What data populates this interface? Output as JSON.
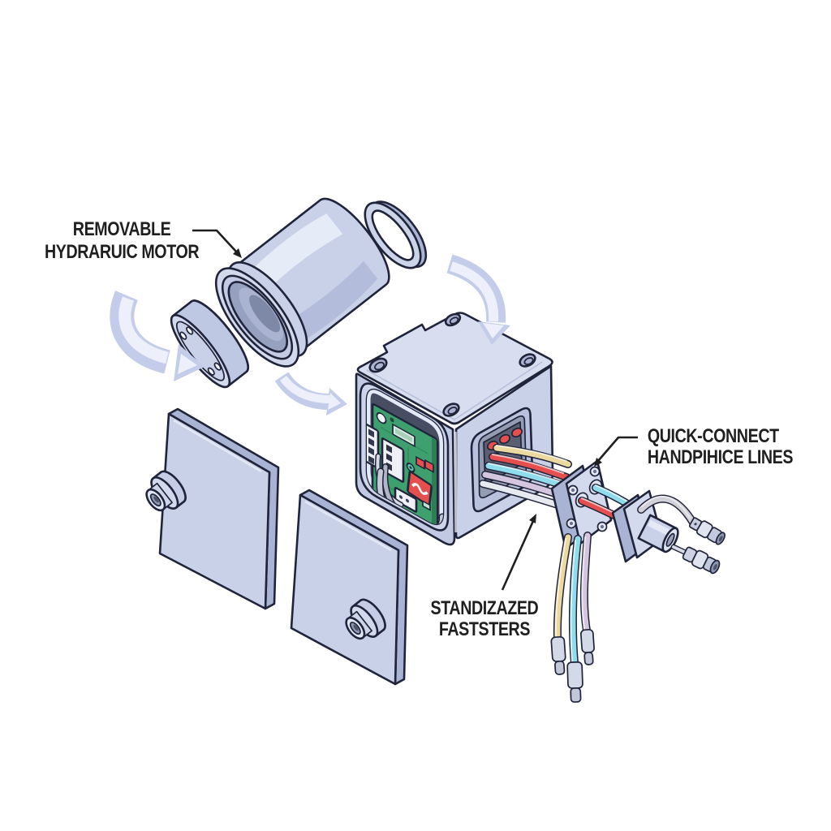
{
  "figure": {
    "type": "exploded-assembly-illustration",
    "description": "Isometric exploded diagram of a boxy control unit with removable motor cylinder, cover plates and quick-connect lines"
  },
  "labels": {
    "motor": {
      "line1": "REMOVABLE",
      "line2": "HYDRARUIC MOTOR"
    },
    "quick_connect": {
      "line1": "QUICK-CONNECT",
      "line2": "HANDPIHICE LINES"
    },
    "fasteners": {
      "line1": "STANDIZAZED",
      "line2": "FASTSTERS"
    }
  },
  "components": [
    "hydraulic-motor-cylinder",
    "motor-end-cap",
    "o-ring-seal",
    "control-unit-housing",
    "circuit-board",
    "side-socket",
    "cover-plate-left",
    "cover-plate-right",
    "plate-boss",
    "tube-bundle",
    "quick-connect-block",
    "handpiece-coupler",
    "handpiece-cable-upper",
    "handpiece-cable-lower",
    "hanging-tube-yellow",
    "hanging-tube-cyan",
    "hanging-tube-lavender",
    "assembly-arrow-left",
    "assembly-arrow-middle",
    "assembly-arrow-top"
  ],
  "colors": {
    "bg": "#ffffff",
    "outline": "#20243a",
    "text": "#1f1f1f",
    "metal_light": "#d8deef",
    "metal_base": "#c9d1e9",
    "metal_mid": "#c2cae3",
    "metal_shadow": "#a9b4d4",
    "arrow": "#c3cdea",
    "arrow_hi": "#edf0fa",
    "pcb": "#3da06e",
    "pcb_dark": "#2e7d54",
    "red": "#e5504f",
    "yellow": "#ecd9a0",
    "cyan": "#8edcec",
    "lavender": "#d3c6de",
    "white_tube": "#e8eaf2",
    "cable_gray": "#d2d0d8",
    "interior": "#474d63",
    "socket": "#5a5f72"
  }
}
